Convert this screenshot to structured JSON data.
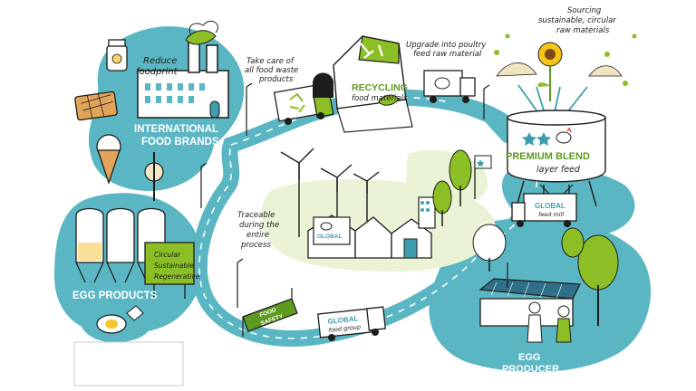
{
  "labels": {
    "reduce_line1": "Reduce",
    "reduce_line2": "foodprint",
    "brands_line1": "INTERNATIONAL",
    "brands_line2": "FOOD BRANDS",
    "waste_line1": "Take care of",
    "waste_line2": "all food waste",
    "waste_line3": "products",
    "recycling_line1": "RECYCLING",
    "recycling_line2": "food materials",
    "upgrade_line1": "Upgrade into poultry",
    "upgrade_line2": "feed raw material",
    "sourcing_line1": "Sourcing",
    "sourcing_line2": "sustainable, circular",
    "sourcing_line3": "raw materials",
    "premium_line1": "PREMIUM BLEND",
    "premium_line2": "layer feed",
    "mill_line1": "GLOBAL",
    "mill_line2": "feed mill",
    "traceable_line1": "Traceable",
    "traceable_line2": "during the",
    "traceable_line3": "entire",
    "traceable_line4": "process",
    "benefit_1": "Circular",
    "benefit_2": "Sustainable",
    "benefit_3": "Regenerative",
    "egg_products": "EGG PRODUCTS",
    "food_safety_line1": "FOOD",
    "food_safety_line2": "SAFETY",
    "truck_line1": "GLOBAL",
    "truck_line2": "food group",
    "farm_sign": "GLOBAL",
    "producer_line1": "EGG",
    "producer_line2": "PRODUCER"
  },
  "colors": {
    "teal": "#5bb6c4",
    "teal_dark": "#3f9eae",
    "green": "#8cbf26",
    "green_dark": "#5d9a1f",
    "ink": "#1d1d1b"
  },
  "icons": [
    "factory-icon",
    "recycle-icon",
    "sunflower-icon",
    "chicken-icon",
    "wind-turbine-icon",
    "tree-icon",
    "solar-panel-icon",
    "truck-icon",
    "egg-icon",
    "ice-cream-icon",
    "waffle-icon",
    "star-icon"
  ]
}
